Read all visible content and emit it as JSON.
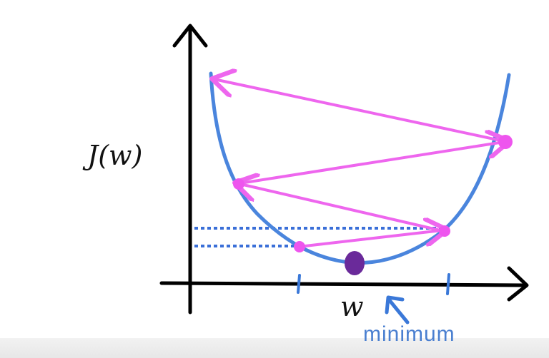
{
  "labels": {
    "y_axis": "J(w)",
    "x_axis": "w",
    "annotation": "minimum"
  },
  "colors": {
    "curve": "#4a85dd",
    "arrows": "#ee66ee",
    "points": "#ee55ee",
    "minimum_point": "#6a2a9a",
    "axes": "#000000",
    "dotted_guides": "#3a6fd8",
    "annotation": "#4a7fd0"
  },
  "icons": {
    "minimum_pointer": "arrow-pointer-icon"
  }
}
